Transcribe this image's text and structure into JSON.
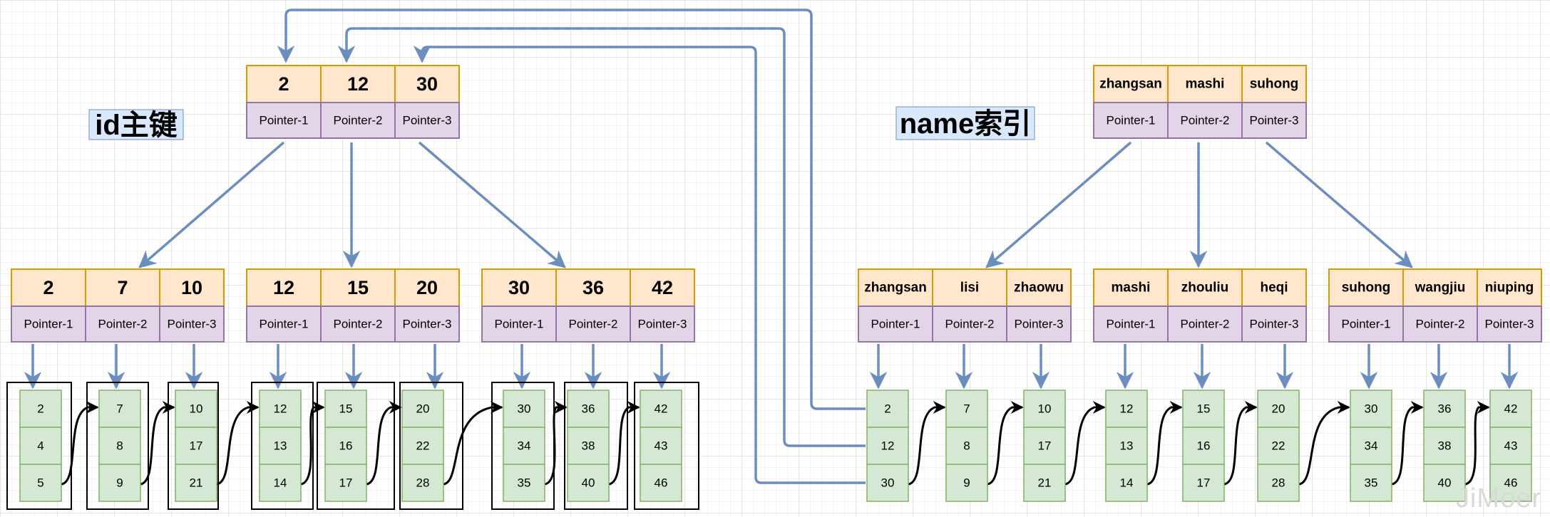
{
  "labels": {
    "id_index": "id主键",
    "name_index": "name索引"
  },
  "pointer_labels": [
    "Pointer-1",
    "Pointer-2",
    "Pointer-3"
  ],
  "id_tree": {
    "root": [
      "2",
      "12",
      "30"
    ],
    "internal": [
      [
        "2",
        "7",
        "10"
      ],
      [
        "12",
        "15",
        "20"
      ],
      [
        "30",
        "36",
        "42"
      ]
    ],
    "leaves": [
      [
        "2",
        "4",
        "5"
      ],
      [
        "7",
        "8",
        "9"
      ],
      [
        "10",
        "17",
        "21"
      ],
      [
        "12",
        "13",
        "14"
      ],
      [
        "15",
        "16",
        "17"
      ],
      [
        "20",
        "22",
        "28"
      ],
      [
        "30",
        "34",
        "35"
      ],
      [
        "36",
        "38",
        "40"
      ],
      [
        "42",
        "43",
        "46"
      ]
    ]
  },
  "name_tree": {
    "root": [
      "zhangsan",
      "mashi",
      "suhong"
    ],
    "internal": [
      [
        "zhangsan",
        "lisi",
        "zhaowu"
      ],
      [
        "mashi",
        "zhouliu",
        "heqi"
      ],
      [
        "suhong",
        "wangjiu",
        "niuping"
      ]
    ],
    "leaves": [
      [
        "2",
        "12",
        "30"
      ],
      [
        "7",
        "8",
        "9"
      ],
      [
        "10",
        "17",
        "21"
      ],
      [
        "12",
        "13",
        "14"
      ],
      [
        "15",
        "16",
        "17"
      ],
      [
        "20",
        "22",
        "28"
      ],
      [
        "30",
        "34",
        "35"
      ],
      [
        "36",
        "38",
        "40"
      ],
      [
        "42",
        "43",
        "46"
      ]
    ]
  },
  "watermark": "JiMoer",
  "colors": {
    "key_fill": "#ffe6cc",
    "key_stroke": "#d79b00",
    "ptr_fill": "#e1d5e7",
    "ptr_stroke": "#9673a6",
    "leaf_fill": "#d5e8d4",
    "leaf_stroke": "#82b366",
    "arrow": "#6c8ebf",
    "label_fill": "#dae8fc"
  }
}
